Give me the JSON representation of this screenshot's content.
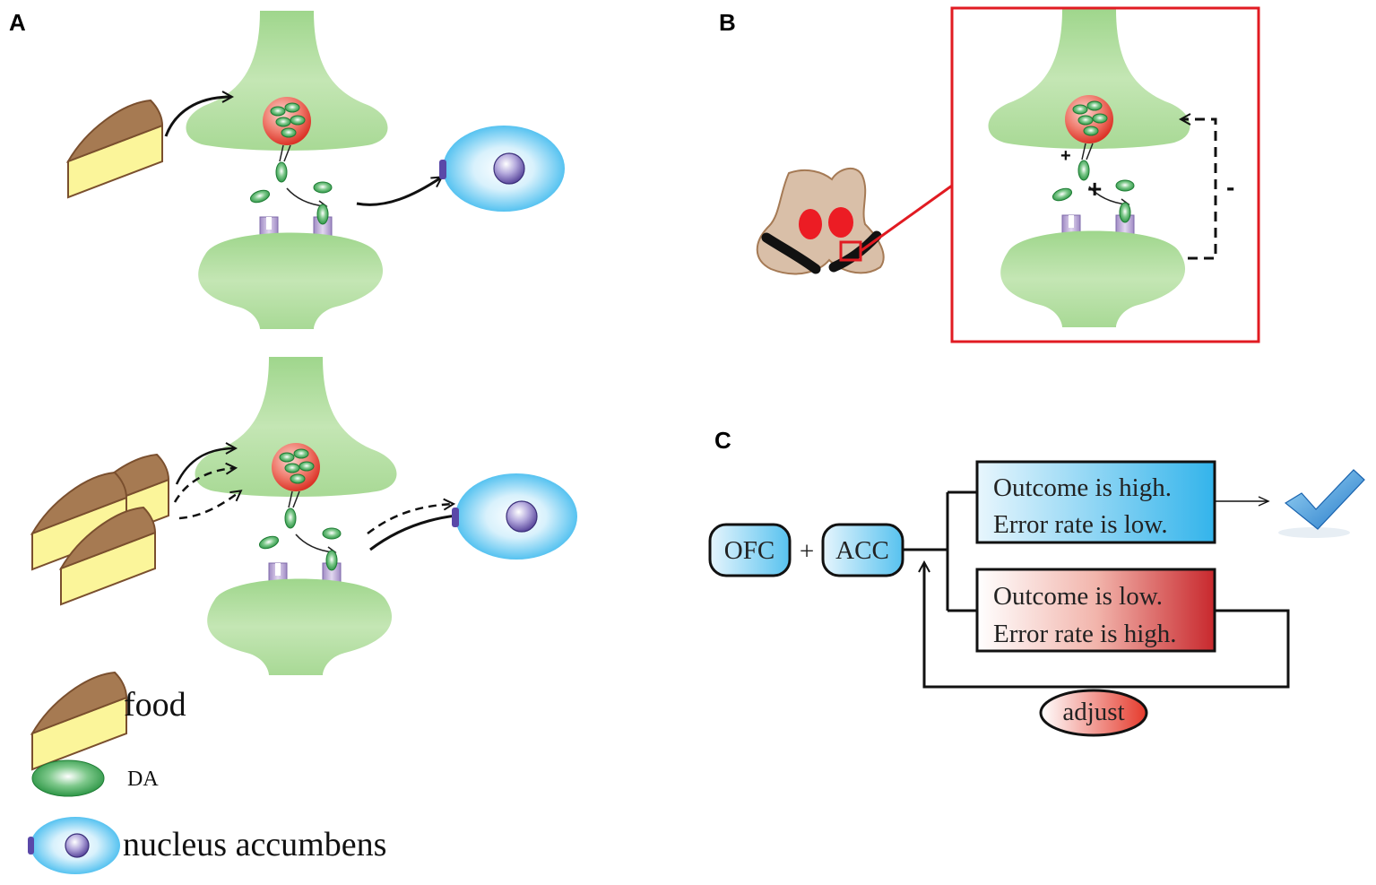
{
  "panels": {
    "a": "A",
    "b": "B",
    "c": "C"
  },
  "legend": {
    "food": "food",
    "da": "DA",
    "nucleus": "nucleus accumbens"
  },
  "panel_b": {
    "plus_release": "+",
    "plus_binding": "+",
    "minus_feedback": "-"
  },
  "panel_c": {
    "ofc": "OFC",
    "acc": "ACC",
    "plus": "+",
    "high_box": [
      "Outcome is high.",
      "Error rate is low."
    ],
    "low_box": [
      "Outcome is low.",
      "Error rate is high."
    ],
    "adjust": "adjust"
  },
  "colors": {
    "neuron_green": "#b8e0a4",
    "vesicle_red": "#e33b2b",
    "da_green": "#2e9e44",
    "receptor_purple": "#b7a2d2",
    "cell_blue": "#38b6ec",
    "cheese_yellow": "#fbf59a",
    "cheese_brown": "#a67a52",
    "box_red": "#c8282d",
    "frame_red": "#d9252a"
  }
}
